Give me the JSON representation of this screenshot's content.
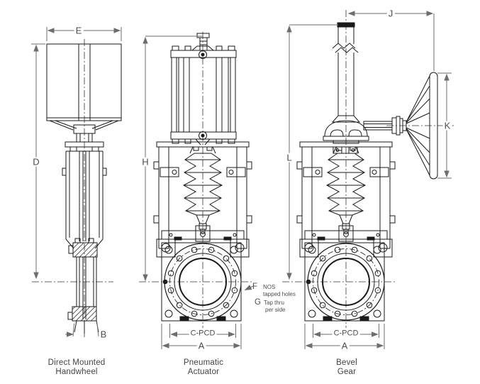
{
  "diagram": {
    "title_context": "knife-gate-valve-dimension-drawing",
    "views": [
      {
        "caption_line1": "Direct Mounted",
        "caption_line2": "Handwheel",
        "dimensions_shown": [
          "E",
          "D",
          "B"
        ]
      },
      {
        "caption_line1": "Pneumatic",
        "caption_line2": "Actuator",
        "dimensions_shown": [
          "H",
          "C-PCD",
          "A",
          "F",
          "G"
        ]
      },
      {
        "caption_line1": "Bevel",
        "caption_line2": "Gear",
        "dimensions_shown": [
          "J",
          "K",
          "L",
          "C-PCD",
          "A"
        ]
      }
    ],
    "labels": {
      "e": "E",
      "d": "D",
      "b": "B",
      "h": "H",
      "cpcd_mid": "C-PCD",
      "a_mid": "A",
      "f": "F",
      "g": "G",
      "j": "J",
      "k": "K",
      "l": "L",
      "cpcd_right": "C-PCD",
      "a_right": "A"
    },
    "annotations": {
      "f_note_line1": "NOS",
      "f_note_line2": "tapped holes",
      "g_note_line1": "Tap thru",
      "g_note_line2": "per side"
    },
    "colors": {
      "linework": "#1a1a1a",
      "dimension": "#6e6e6e",
      "label_text": "#4d4d4d"
    }
  }
}
